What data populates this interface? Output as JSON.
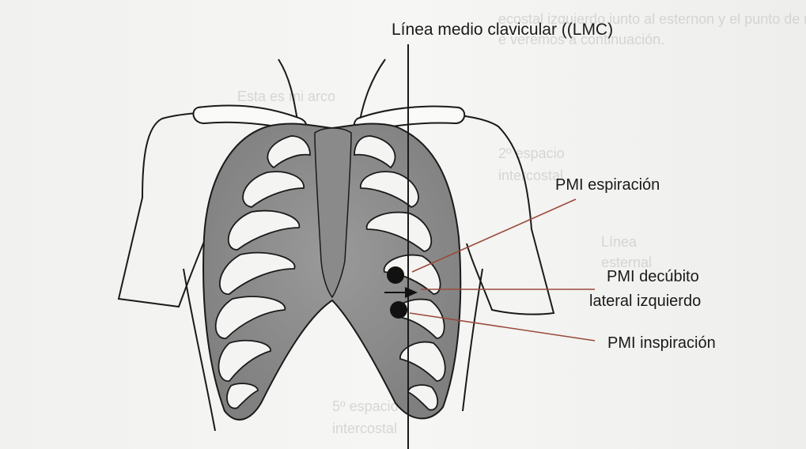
{
  "diagram": {
    "line_label": "Línea medio clavicular ((LMC)",
    "labels": {
      "espiracion": "PMI espiración",
      "decubito_1": "PMI decúbito",
      "decubito_2": "lateral izquierdo",
      "inspiracion": "PMI inspiración"
    },
    "colors": {
      "ink": "#1a1a1a",
      "rib_fill": "#9b9b9b",
      "sternum_fill": "#8d8d8d",
      "leader_line": "#9a4a3a",
      "background": "#f3f3f1"
    }
  }
}
